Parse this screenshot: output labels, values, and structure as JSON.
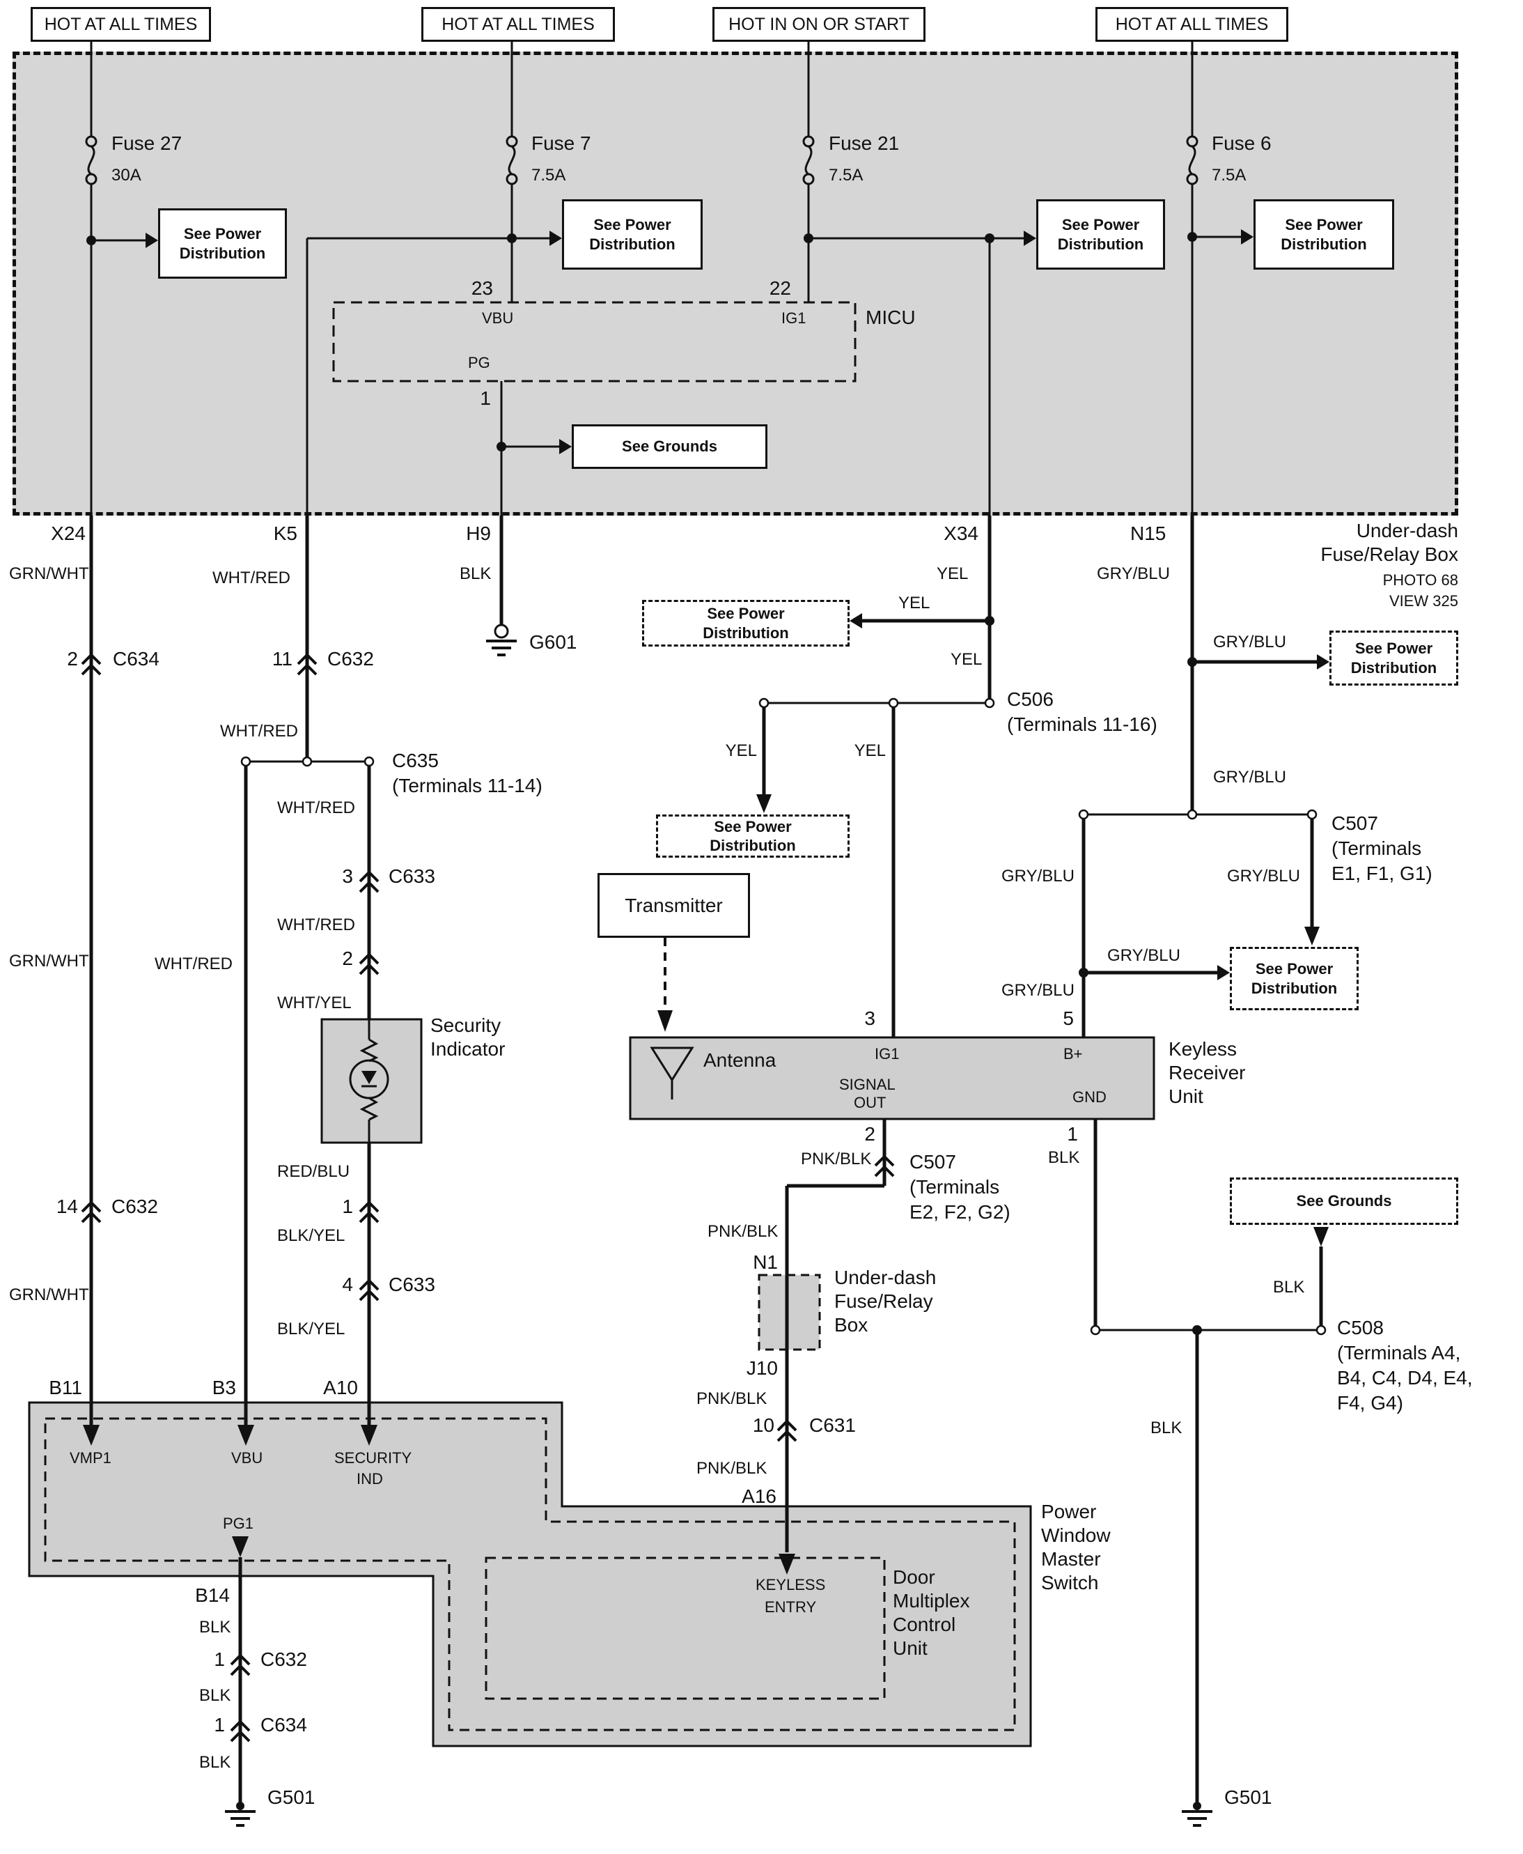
{
  "headers": {
    "h1": "HOT AT ALL TIMES",
    "h2": "HOT AT ALL TIMES",
    "h3": "HOT IN ON OR START",
    "h4": "HOT AT ALL TIMES"
  },
  "refs": {
    "see_power_1": "See Power",
    "see_power_2": "Distribution",
    "see_grounds": "See Grounds"
  },
  "fusebox": {
    "fuse27": "Fuse 27",
    "fuse27_a": "30A",
    "fuse7": "Fuse 7",
    "fuse7_a": "7.5A",
    "fuse21": "Fuse 21",
    "fuse21_a": "7.5A",
    "fuse6": "Fuse 6",
    "fuse6_a": "7.5A",
    "micu": "MICU",
    "t23": "23",
    "vbu": "VBU",
    "t22": "22",
    "ig1": "IG1",
    "pg": "PG",
    "t1": "1",
    "x24": "X24",
    "k5": "K5",
    "h9": "H9",
    "x34": "X34",
    "n15": "N15",
    "cap1": "Under-dash",
    "cap2": "Fuse/Relay Box",
    "photo": "PHOTO 68",
    "view": "VIEW 325"
  },
  "wires": {
    "grn_wht": "GRN/WHT",
    "wht_red": "WHT/RED",
    "blk": "BLK",
    "yel": "YEL",
    "gry_blu": "GRY/BLU",
    "wht_yel": "WHT/YEL",
    "red_blu": "RED/BLU",
    "blk_yel": "BLK/YEL",
    "pnk_blk": "PNK/BLK"
  },
  "conn": {
    "c506": "C506",
    "c506_t": "(Terminals 11-16)",
    "c507": "C507",
    "c507_t": "(Terminals",
    "c507_e1": "E1, F1, G1)",
    "c507_e2": "E2, F2, G2)",
    "c508": "C508",
    "c508_t1": "(Terminals A4,",
    "c508_t2": "B4, C4, D4, E4,",
    "c508_t3": "F4, G4)",
    "c631": "C631",
    "c632": "C632",
    "c633": "C633",
    "c634": "C634",
    "c635": "C635",
    "c635_t": "(Terminals 11-14)",
    "p1": "1",
    "p2": "2",
    "p3": "3",
    "p4": "4",
    "p10": "10",
    "p11": "11",
    "p14": "14"
  },
  "comp": {
    "security_1": "Security",
    "security_2": "Indicator",
    "transmitter": "Transmitter",
    "antenna": "Antenna",
    "ig1": "IG1",
    "signal": "SIGNAL",
    "out": "OUT",
    "bplus": "B+",
    "gnd": "GND",
    "t3": "3",
    "t5": "5",
    "t2": "2",
    "t1": "1",
    "keyless_1": "Keyless",
    "keyless_2": "Receiver",
    "keyless_3": "Unit",
    "n1": "N1",
    "j10": "J10",
    "ud1": "Under-dash",
    "ud2": "Fuse/Relay",
    "ud3": "Box",
    "a16": "A16",
    "b11": "B11",
    "b3": "B3",
    "a10": "A10",
    "b14": "B14",
    "vmp1": "VMP1",
    "vbu": "VBU",
    "sec1": "SECURITY",
    "sec2": "IND",
    "pg1": "PG1",
    "ke1": "KEYLESS",
    "ke2": "ENTRY",
    "dmcu_1": "Door",
    "dmcu_2": "Multiplex",
    "dmcu_3": "Control",
    "dmcu_4": "Unit",
    "pwms_1": "Power",
    "pwms_2": "Window",
    "pwms_3": "Master",
    "pwms_4": "Switch"
  },
  "grounds": {
    "g601": "G601",
    "g501": "G501"
  }
}
